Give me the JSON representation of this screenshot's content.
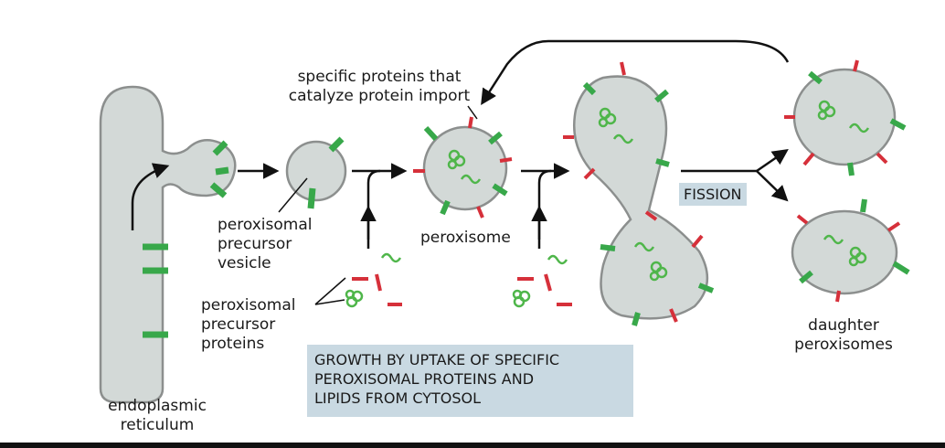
{
  "labels": {
    "er": "endoplasmic\nreticulum",
    "precursor_vesicle": "peroxisomal\nprecursor\nvesicle",
    "precursor_proteins": "peroxisomal\nprecursor\nproteins",
    "import_proteins": "specific proteins that\ncatalyze protein import",
    "peroxisome": "peroxisome",
    "daughter": "daughter\nperoxisomes"
  },
  "boxes": {
    "fission": "FISSION",
    "growth": "GROWTH BY UPTAKE OF SPECIFIC\nPEROXISOMAL PROTEINS AND\nLIPIDS FROM CYTOSOL"
  },
  "colors": {
    "membrane_fill": "#d3d9d7",
    "membrane_stroke": "#8c8f8e",
    "import_protein": "#38a84a",
    "red_protein": "#d6303a",
    "cytosolic_protein": "#4fb64a",
    "caption_box": "#c9d9e2"
  }
}
